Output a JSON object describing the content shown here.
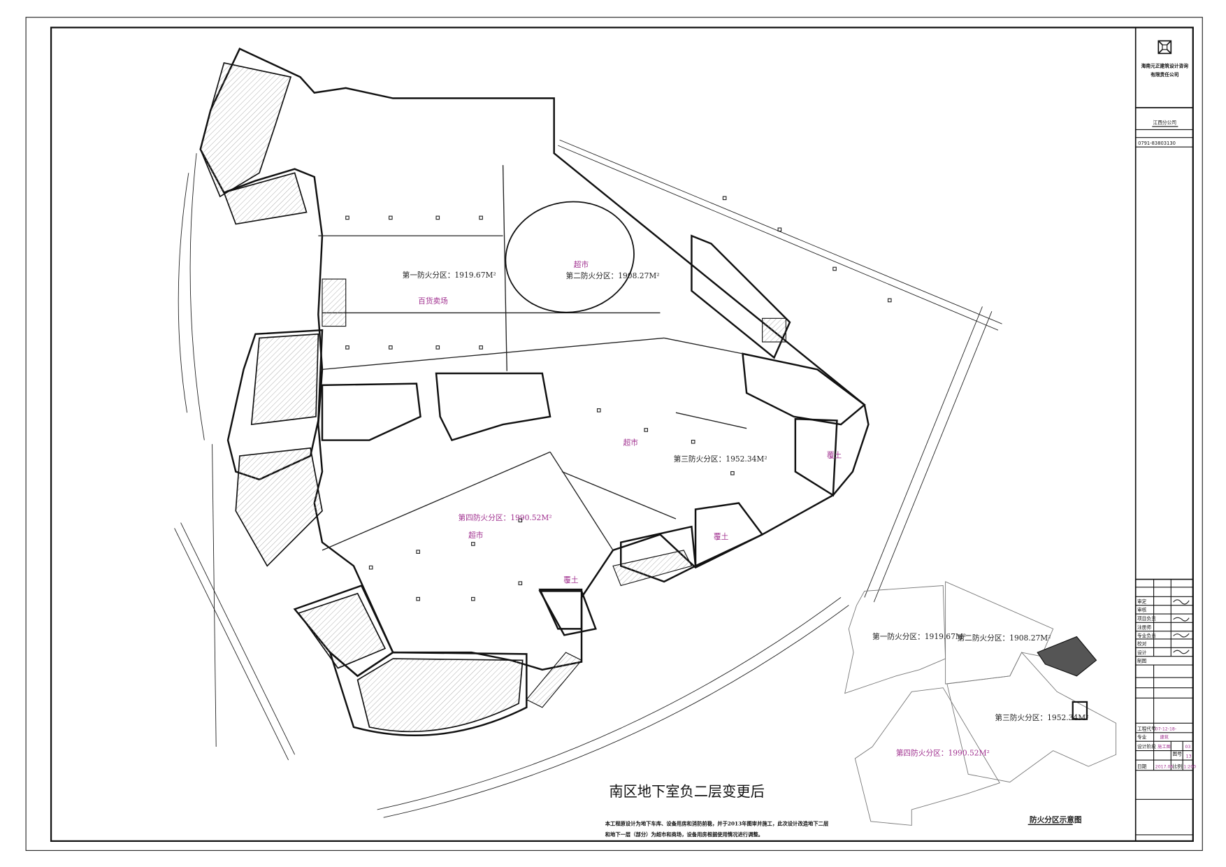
{
  "drawing": {
    "title": "南区地下室负二层变更后",
    "notes": [
      "本工程原设计为地下车库、设备用房和消防前稳，并于2013年图审并施工，此次设计改造地下二层",
      "和地下一层（部分）为超市和商场，设备用房根据使用情况进行调整。"
    ],
    "zones": {
      "zone1": "第一防火分区：1919.67M²",
      "zone2": "第二防火分区：1908.27M²",
      "zone3": "第三防火分区：1952.34M²",
      "zone4": "第四防火分区：1990.52M²"
    },
    "rooms": {
      "department_store": "百货卖场",
      "supermarket": "超市",
      "soil_cover": "覆土"
    },
    "inset_title": "防火分区示意图"
  },
  "title_block": {
    "company_name_line1": "海南元正建筑设计咨询",
    "company_name_line2": "有限责任公司",
    "branch": "江西分公司",
    "phone": "0791-83803130",
    "signoff_labels": [
      "审定",
      "审核",
      "项目负责",
      "注册师",
      "专业负责",
      "校对",
      "设计",
      "制图"
    ],
    "project_no_label": "工程代号",
    "project_no": "07-12-18-",
    "discipline_label": "专业",
    "discipline": "建筑",
    "stage_label": "设计阶段",
    "stage": "施工图",
    "drawing_no_label": "图号",
    "drawing_no": "03",
    "sheet_total": "13",
    "date_label": "日期",
    "date": "2017.06",
    "scale_label": "比例",
    "scale": "1:200"
  },
  "colors": {
    "accent_label": "#a0308f",
    "line": "#111111"
  }
}
